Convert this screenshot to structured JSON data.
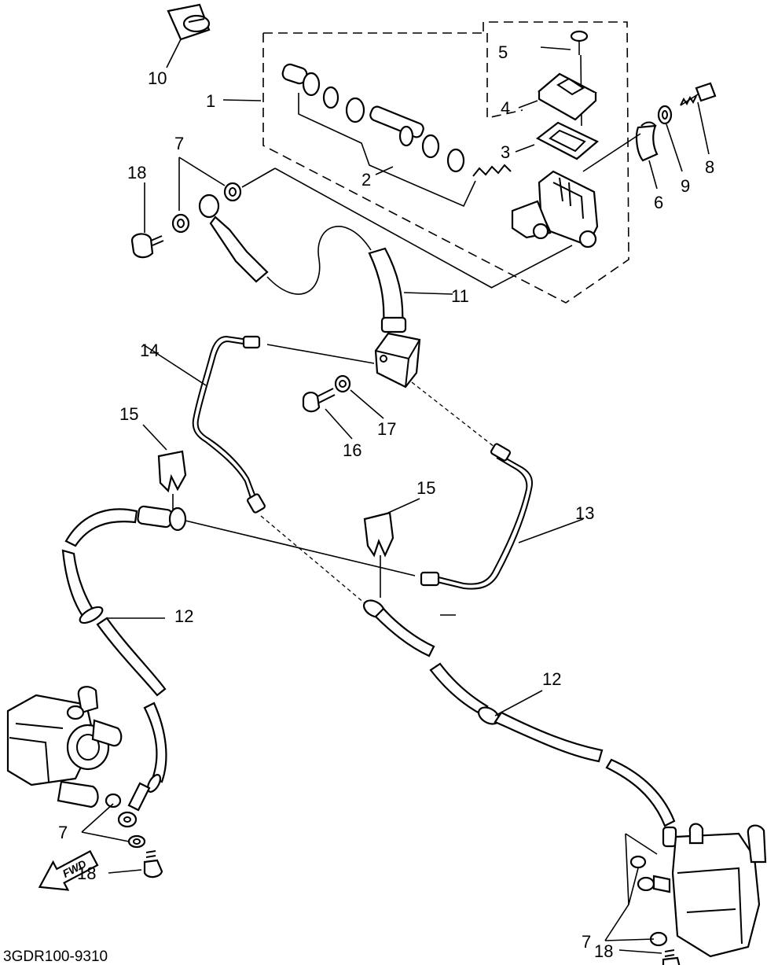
{
  "diagram": {
    "type": "exploded parts diagram",
    "part_numbers": [
      "1",
      "2",
      "3",
      "4",
      "5",
      "6",
      "7",
      "8",
      "9",
      "10",
      "11",
      "12",
      "13",
      "14",
      "15",
      "16",
      "17",
      "18"
    ],
    "callouts": {
      "p1": "1",
      "p2": "2",
      "p3": "3",
      "p4": "4",
      "p5": "5",
      "p6": "6",
      "p7a": "7",
      "p7b": "7",
      "p7c": "7",
      "p8": "8",
      "p9": "9",
      "p10": "10",
      "p11": "11",
      "p12a": "12",
      "p12b": "12",
      "p13": "13",
      "p14": "14",
      "p15a": "15",
      "p15b": "15",
      "p16": "16",
      "p17": "17",
      "p18a": "18",
      "p18b": "18",
      "p18c": "18"
    },
    "fwd_label": "FWD",
    "drawing_code": "3GDR100-9310"
  }
}
